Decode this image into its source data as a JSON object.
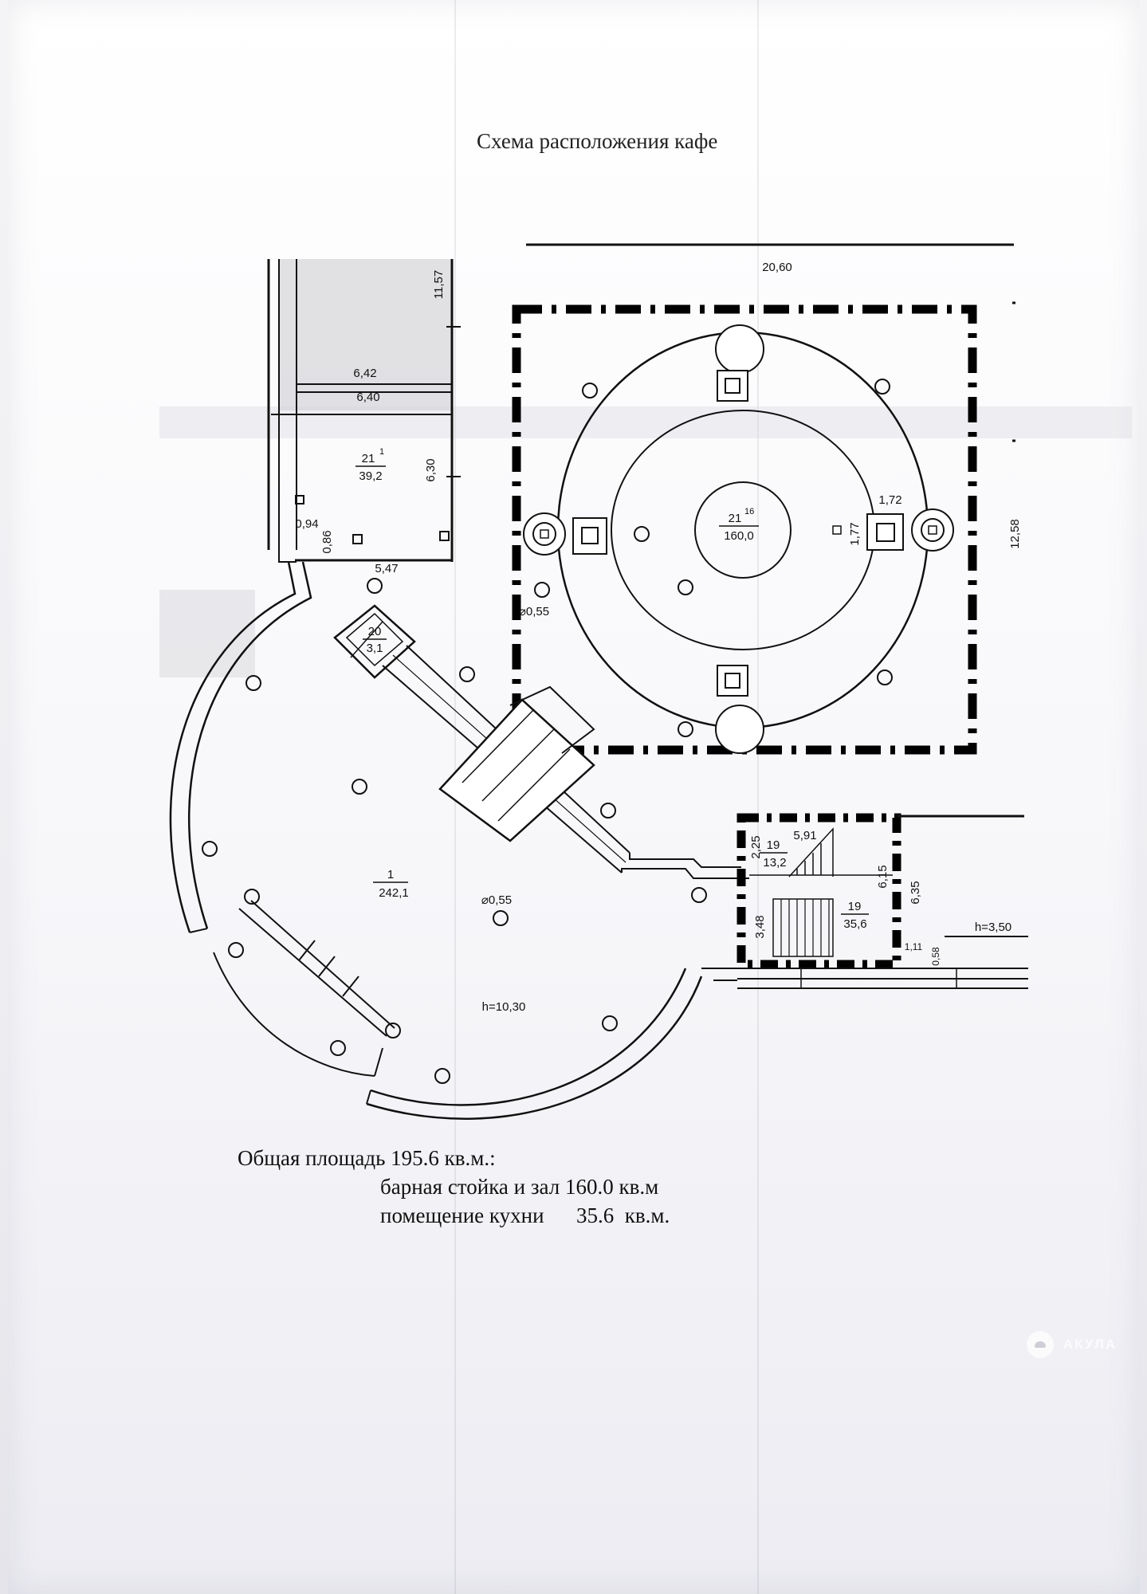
{
  "document": {
    "title": "Схема расположения кафе",
    "summary": {
      "total": "Общая площадь 195.6 кв.м.:",
      "bar_hall": "барная стойка и зал 160.0 кв.м",
      "kitchen": "помещение кухни      35.6  кв.м."
    }
  },
  "plan_labels": {
    "dim_top": "20,60",
    "dim_right": "12,58",
    "dim_corridor": "11,57",
    "dim_642": "6,42",
    "dim_640": "6,40",
    "dim_630": "6,30",
    "dim_094": "0,94",
    "dim_086": "0,86",
    "dim_547": "5,47",
    "dim_055_left": "⌀0,55",
    "dim_172": "1,72",
    "dim_177": "1,77",
    "room_21_1_num": "21",
    "room_21_1_sup": "1",
    "room_21_1_area": "39,2",
    "room_21_16_num": "21",
    "room_21_16_sup": "16",
    "room_21_16_area": "160,0",
    "room_20_num": "20",
    "room_20_area": "3,1",
    "room_1_num": "1",
    "room_1_area": "242,1",
    "dim_055_hall": "⌀0,55",
    "height_hall": "h=10,30",
    "room_19a_num": "19",
    "room_19a_area": "13,2",
    "room_19b_num": "19",
    "room_19b_area": "35,6",
    "dim_591": "5,91",
    "dim_225": "2,25",
    "dim_615": "6,15",
    "dim_635": "6,35",
    "dim_348": "3,48",
    "dim_111": "1,11",
    "dim_058": "0,58",
    "height_side": "h=3,50"
  },
  "watermark": {
    "text": "АКУЛА"
  }
}
